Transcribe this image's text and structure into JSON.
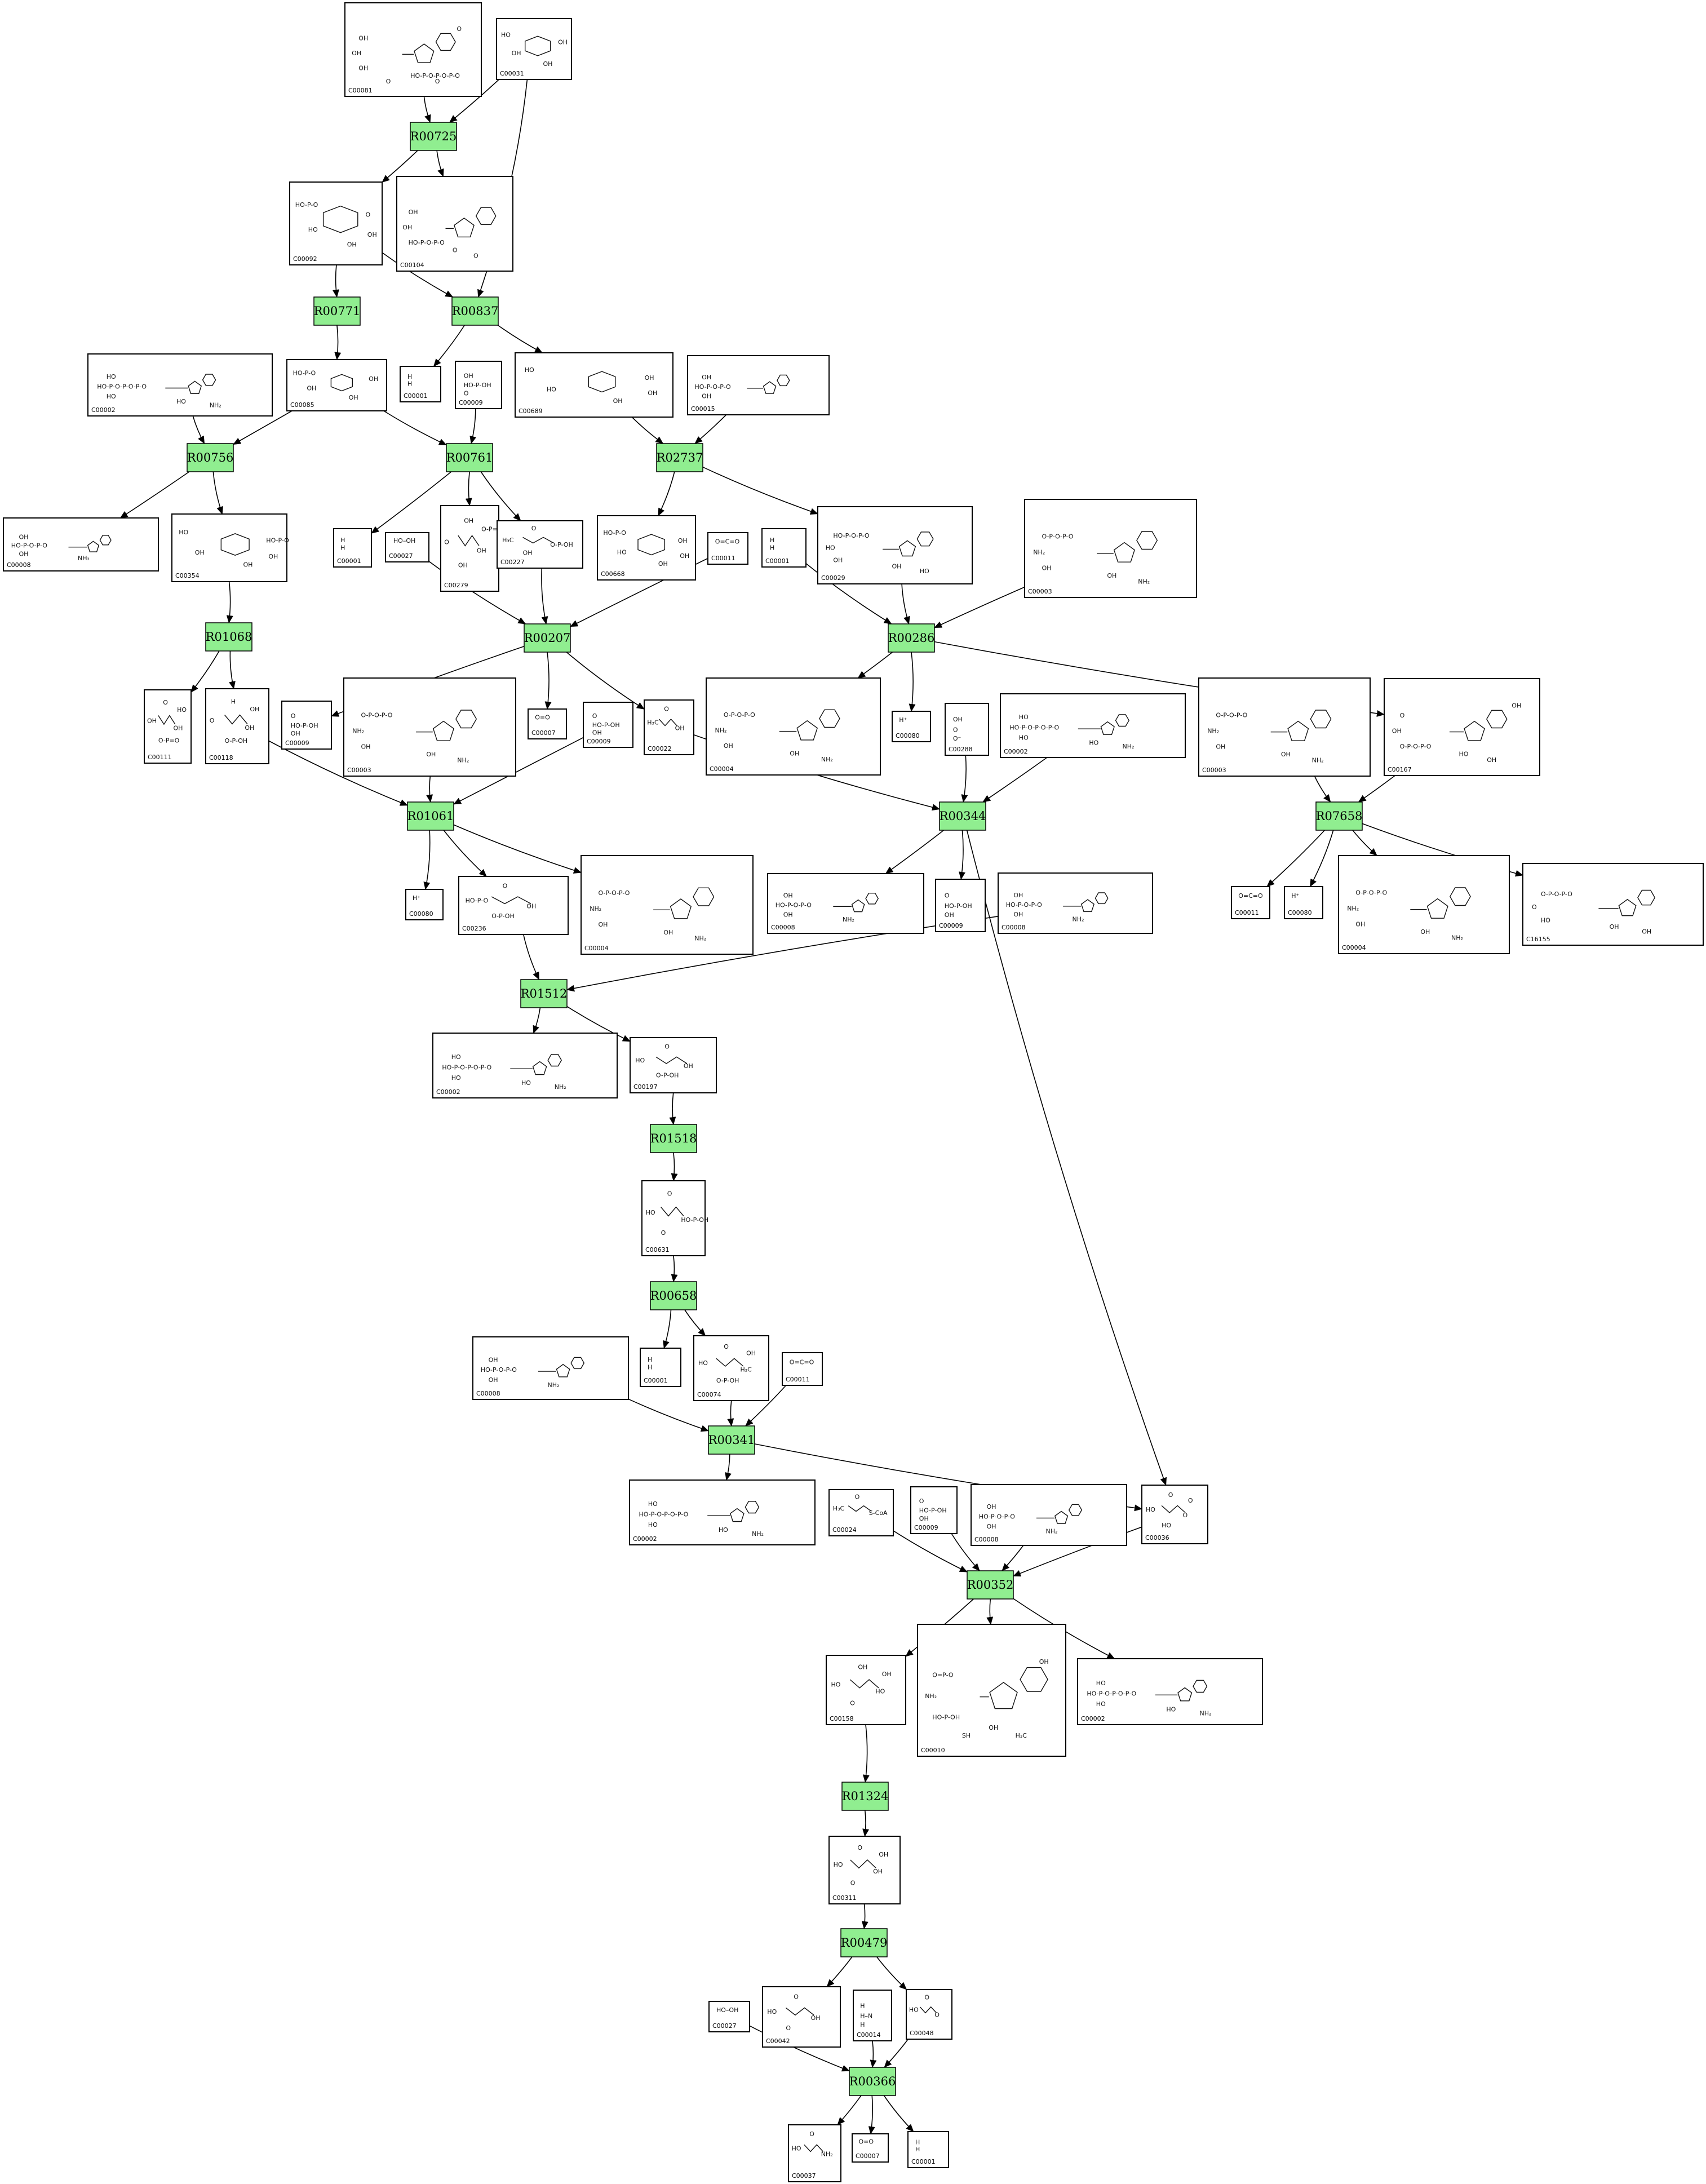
{
  "reactions": [
    {
      "id": "R00725",
      "label": "R00725"
    },
    {
      "id": "R00771",
      "label": "R00771"
    },
    {
      "id": "R00837",
      "label": "R00837"
    },
    {
      "id": "R00756",
      "label": "R00756"
    },
    {
      "id": "R00761",
      "label": "R00761"
    },
    {
      "id": "R02737",
      "label": "R02737"
    },
    {
      "id": "R01068",
      "label": "R01068"
    },
    {
      "id": "R00207",
      "label": "R00207"
    },
    {
      "id": "R00286",
      "label": "R00286"
    },
    {
      "id": "R01061",
      "label": "R01061"
    },
    {
      "id": "R00344",
      "label": "R00344"
    },
    {
      "id": "R07658",
      "label": "R07658"
    },
    {
      "id": "R01512",
      "label": "R01512"
    },
    {
      "id": "R01518",
      "label": "R01518"
    },
    {
      "id": "R00658",
      "label": "R00658"
    },
    {
      "id": "R00341",
      "label": "R00341"
    },
    {
      "id": "R00352",
      "label": "R00352"
    },
    {
      "id": "R01324",
      "label": "R01324"
    },
    {
      "id": "R00479",
      "label": "R00479"
    },
    {
      "id": "R00366",
      "label": "R00366"
    }
  ],
  "compounds": [
    {
      "key": "n1",
      "id": "C00081",
      "kind": "nucleotide",
      "texts": [
        "OH",
        "OH",
        "OH",
        "HO-P-O-P-O-P-O",
        "O",
        "O",
        "O"
      ]
    },
    {
      "key": "n2",
      "id": "C00031",
      "kind": "sugar",
      "texts": [
        "HO",
        "OH",
        "OH",
        "OH"
      ]
    },
    {
      "key": "n3",
      "id": "C00092",
      "kind": "sugar",
      "texts": [
        "HO-P-O",
        "O",
        "HO",
        "OH",
        "OH"
      ]
    },
    {
      "key": "n4",
      "id": "C00104",
      "kind": "nucleotide",
      "texts": [
        "OH",
        "OH",
        "HO-P-O-P-O",
        "O",
        "O"
      ]
    },
    {
      "key": "n5",
      "id": "C00001",
      "kind": "small",
      "texts": [
        "H",
        "H"
      ]
    },
    {
      "key": "n6",
      "id": "C00009",
      "kind": "small",
      "texts": [
        "OH",
        "HO-P-OH",
        "O"
      ]
    },
    {
      "key": "n7",
      "id": "C00689",
      "kind": "sugar",
      "texts": [
        "HO",
        "OH",
        "HO",
        "OH",
        "OH"
      ]
    },
    {
      "key": "n8",
      "id": "C00015",
      "kind": "nucleotide",
      "texts": [
        "HO-P-O-P-O",
        "OH",
        "OH"
      ]
    },
    {
      "key": "n9",
      "id": "C00002",
      "kind": "nucleotide",
      "texts": [
        "HO-P-O-P-O-P-O",
        "HO",
        "HO",
        "HO",
        "NH₂"
      ]
    },
    {
      "key": "n10",
      "id": "C00085",
      "kind": "sugar",
      "texts": [
        "HO-P-O",
        "OH",
        "OH",
        "OH"
      ]
    },
    {
      "key": "n11",
      "id": "C00008",
      "kind": "nucleotide",
      "texts": [
        "HO-P-O-P-O",
        "OH",
        "OH",
        "NH₂"
      ]
    },
    {
      "key": "n12",
      "id": "C00354",
      "kind": "sugar",
      "texts": [
        "HO",
        "HO-P-O",
        "OH",
        "OH",
        "OH"
      ]
    },
    {
      "key": "n13",
      "id": "C00001",
      "kind": "small",
      "texts": [
        "H",
        "H"
      ]
    },
    {
      "key": "n14",
      "id": "C00027",
      "kind": "small",
      "texts": [
        "HO–OH"
      ]
    },
    {
      "key": "n15",
      "id": "C00279",
      "kind": "chain",
      "texts": [
        "O",
        "OH",
        "OH",
        "OH",
        "O-P=O"
      ]
    },
    {
      "key": "n16",
      "id": "C00227",
      "kind": "chain",
      "texts": [
        "H₃C",
        "O",
        "O-P-OH",
        "OH"
      ]
    },
    {
      "key": "n17",
      "id": "C00668",
      "kind": "sugar",
      "texts": [
        "HO-P-O",
        "OH",
        "HO",
        "OH",
        "OH"
      ]
    },
    {
      "key": "n18",
      "id": "C00011",
      "kind": "small",
      "texts": [
        "O=C=O"
      ]
    },
    {
      "key": "n19",
      "id": "C00001",
      "kind": "small",
      "texts": [
        "H",
        "H"
      ]
    },
    {
      "key": "n20",
      "id": "C00029",
      "kind": "nucleotide",
      "texts": [
        "HO",
        "HO-P-O-P-O",
        "OH",
        "OH",
        "HO"
      ]
    },
    {
      "key": "n21",
      "id": "C00003",
      "kind": "nucleotide",
      "texts": [
        "NH₂",
        "O-P-O-P-O",
        "OH",
        "OH",
        "NH₂"
      ]
    },
    {
      "key": "n22",
      "id": "C00111",
      "kind": "chain",
      "texts": [
        "OH",
        "O",
        "OH",
        "O-P=O",
        "HO"
      ]
    },
    {
      "key": "n23",
      "id": "C00118",
      "kind": "chain",
      "texts": [
        "O",
        "H",
        "OH",
        "O-P-OH",
        "OH"
      ]
    },
    {
      "key": "n24",
      "id": "C00009",
      "kind": "small",
      "texts": [
        "O",
        "HO-P-OH",
        "OH"
      ]
    },
    {
      "key": "n25",
      "id": "C00003",
      "kind": "nucleotide",
      "texts": [
        "NH₂",
        "O-P-O-P-O",
        "OH",
        "OH",
        "NH₂"
      ]
    },
    {
      "key": "n26",
      "id": "C00007",
      "kind": "small",
      "texts": [
        "O=O"
      ]
    },
    {
      "key": "n27",
      "id": "C00009",
      "kind": "small",
      "texts": [
        "O",
        "HO-P-OH",
        "OH"
      ]
    },
    {
      "key": "n28",
      "id": "C00022",
      "kind": "chain",
      "texts": [
        "H₃C",
        "O",
        "OH"
      ]
    },
    {
      "key": "n29",
      "id": "C00004",
      "kind": "nucleotide",
      "texts": [
        "NH₂",
        "O-P-O-P-O",
        "OH",
        "OH",
        "NH₂"
      ]
    },
    {
      "key": "n30",
      "id": "C00080",
      "kind": "small",
      "texts": [
        "H⁺"
      ]
    },
    {
      "key": "n31",
      "id": "C00288",
      "kind": "small",
      "texts": [
        "OH",
        "O",
        "O⁻"
      ]
    },
    {
      "key": "n32",
      "id": "C00002",
      "kind": "nucleotide",
      "texts": [
        "HO-P-O-P-O-P-O",
        "HO",
        "HO",
        "HO",
        "NH₂"
      ]
    },
    {
      "key": "n33",
      "id": "C00003",
      "kind": "nucleotide",
      "texts": [
        "NH₂",
        "O-P-O-P-O",
        "OH",
        "OH",
        "NH₂"
      ]
    },
    {
      "key": "n34",
      "id": "C00167",
      "kind": "nucleotide",
      "texts": [
        "OH",
        "O",
        "O-P-O-P-O",
        "HO",
        "OH",
        "OH"
      ]
    },
    {
      "key": "n35",
      "id": "C00080",
      "kind": "small",
      "texts": [
        "H⁺"
      ]
    },
    {
      "key": "n36",
      "id": "C00236",
      "kind": "chain",
      "texts": [
        "HO-P-O",
        "O",
        "OH",
        "O-P-OH"
      ]
    },
    {
      "key": "n37",
      "id": "C00004",
      "kind": "nucleotide",
      "texts": [
        "NH₂",
        "O-P-O-P-O",
        "OH",
        "OH",
        "NH₂"
      ]
    },
    {
      "key": "n38",
      "id": "C00008",
      "kind": "nucleotide",
      "texts": [
        "HO-P-O-P-O",
        "OH",
        "OH",
        "NH₂"
      ]
    },
    {
      "key": "n39",
      "id": "C00009",
      "kind": "small",
      "texts": [
        "O",
        "HO-P-OH",
        "OH"
      ]
    },
    {
      "key": "n40",
      "id": "C00008",
      "kind": "nucleotide",
      "texts": [
        "HO-P-O-P-O",
        "OH",
        "OH",
        "NH₂"
      ]
    },
    {
      "key": "n41",
      "id": "C00011",
      "kind": "small",
      "texts": [
        "O=C=O"
      ]
    },
    {
      "key": "n42",
      "id": "C00080",
      "kind": "small",
      "texts": [
        "H⁺"
      ]
    },
    {
      "key": "n43",
      "id": "C00004",
      "kind": "nucleotide",
      "texts": [
        "NH₂",
        "O-P-O-P-O",
        "OH",
        "OH",
        "NH₂"
      ]
    },
    {
      "key": "n44",
      "id": "C16155",
      "kind": "nucleotide",
      "texts": [
        "O",
        "O-P-O-P-O",
        "HO",
        "OH",
        "OH"
      ]
    },
    {
      "key": "n45",
      "id": "C00002",
      "kind": "nucleotide",
      "texts": [
        "HO-P-O-P-O-P-O",
        "HO",
        "HO",
        "HO",
        "NH₂"
      ]
    },
    {
      "key": "n46",
      "id": "C00197",
      "kind": "chain",
      "texts": [
        "HO",
        "O",
        "OH",
        "O-P-OH"
      ]
    },
    {
      "key": "n47",
      "id": "C00631",
      "kind": "chain",
      "texts": [
        "HO",
        "O",
        "HO-P-OH",
        "O"
      ]
    },
    {
      "key": "n48",
      "id": "C00008",
      "kind": "nucleotide",
      "texts": [
        "HO-P-O-P-O",
        "OH",
        "OH",
        "NH₂"
      ]
    },
    {
      "key": "n49",
      "id": "C00001",
      "kind": "small",
      "texts": [
        "H",
        "H"
      ]
    },
    {
      "key": "n50",
      "id": "C00074",
      "kind": "chain",
      "texts": [
        "HO",
        "O",
        "H₂C",
        "O-P-OH",
        "OH"
      ]
    },
    {
      "key": "n51",
      "id": "C00011",
      "kind": "small",
      "texts": [
        "O=C=O"
      ]
    },
    {
      "key": "n52",
      "id": "C00002",
      "kind": "nucleotide",
      "texts": [
        "HO-P-O-P-O-P-O",
        "HO",
        "HO",
        "HO",
        "NH₂"
      ]
    },
    {
      "key": "n53",
      "id": "C00024",
      "kind": "chain",
      "texts": [
        "H₃C",
        "O",
        "S-CoA"
      ]
    },
    {
      "key": "n54",
      "id": "C00009",
      "kind": "small",
      "texts": [
        "O",
        "HO-P-OH",
        "OH"
      ]
    },
    {
      "key": "n55",
      "id": "C00008",
      "kind": "nucleotide",
      "texts": [
        "HO-P-O-P-O",
        "OH",
        "OH",
        "NH₂"
      ]
    },
    {
      "key": "n56",
      "id": "C00036",
      "kind": "chain",
      "texts": [
        "HO",
        "O",
        "O",
        "HO",
        "O"
      ]
    },
    {
      "key": "n57",
      "id": "C00158",
      "kind": "chain",
      "texts": [
        "HO",
        "OH",
        "HO",
        "O",
        "OH"
      ]
    },
    {
      "key": "n58",
      "id": "C00010",
      "kind": "nucleotide",
      "texts": [
        "NH₂",
        "O=P-O",
        "HO-P-OH",
        "OH",
        "H₃C",
        "OH",
        "SH"
      ]
    },
    {
      "key": "n59",
      "id": "C00002",
      "kind": "nucleotide",
      "texts": [
        "HO-P-O-P-O-P-O",
        "HO",
        "HO",
        "HO",
        "NH₂"
      ]
    },
    {
      "key": "n60",
      "id": "C00311",
      "kind": "chain",
      "texts": [
        "HO",
        "O",
        "OH",
        "O",
        "OH"
      ]
    },
    {
      "key": "n61",
      "id": "C00027",
      "kind": "small",
      "texts": [
        "HO–OH"
      ]
    },
    {
      "key": "n62",
      "id": "C00042",
      "kind": "chain",
      "texts": [
        "HO",
        "O",
        "OH",
        "O"
      ]
    },
    {
      "key": "n63",
      "id": "C00014",
      "kind": "small",
      "texts": [
        "H",
        "H–N",
        "H"
      ]
    },
    {
      "key": "n64",
      "id": "C00048",
      "kind": "chain",
      "texts": [
        "HO",
        "O",
        "O"
      ]
    },
    {
      "key": "n65",
      "id": "C00037",
      "kind": "chain",
      "texts": [
        "HO",
        "O",
        "NH₂"
      ]
    },
    {
      "key": "n66",
      "id": "C00007",
      "kind": "small",
      "texts": [
        "O=O"
      ]
    },
    {
      "key": "n67",
      "id": "C00001",
      "kind": "small",
      "texts": [
        "H",
        "H"
      ]
    }
  ],
  "edges": [
    [
      "n1",
      "R00725"
    ],
    [
      "n2",
      "R00725"
    ],
    [
      "R00725",
      "n3"
    ],
    [
      "R00725",
      "n4"
    ],
    [
      "n2",
      "R00837"
    ],
    [
      "n3",
      "R00771"
    ],
    [
      "n3",
      "R00837"
    ],
    [
      "R00837",
      "n5"
    ],
    [
      "R00837",
      "n7"
    ],
    [
      "R00771",
      "n10"
    ],
    [
      "n9",
      "R00756"
    ],
    [
      "n10",
      "R00756"
    ],
    [
      "n10",
      "R00761"
    ],
    [
      "n6",
      "R00761"
    ],
    [
      "R00756",
      "n11"
    ],
    [
      "R00756",
      "n12"
    ],
    [
      "R00761",
      "n13"
    ],
    [
      "R00761",
      "n15"
    ],
    [
      "R00761",
      "n16"
    ],
    [
      "n7",
      "R02737"
    ],
    [
      "n8",
      "R02737"
    ],
    [
      "R02737",
      "n17"
    ],
    [
      "R02737",
      "n20"
    ],
    [
      "n12",
      "R01068"
    ],
    [
      "R01068",
      "n22"
    ],
    [
      "R01068",
      "n23"
    ],
    [
      "n14",
      "R00207"
    ],
    [
      "n16",
      "R00207"
    ],
    [
      "n18",
      "R00207"
    ],
    [
      "R00207",
      "n24"
    ],
    [
      "R00207",
      "n26"
    ],
    [
      "R00207",
      "n28"
    ],
    [
      "n19",
      "R00286"
    ],
    [
      "n20",
      "R00286"
    ],
    [
      "n21",
      "R00286"
    ],
    [
      "R00286",
      "n29"
    ],
    [
      "R00286",
      "n30"
    ],
    [
      "R00286",
      "n34"
    ],
    [
      "n23",
      "R01061"
    ],
    [
      "n25",
      "R01061"
    ],
    [
      "n27",
      "R01061"
    ],
    [
      "R01061",
      "n35"
    ],
    [
      "R01061",
      "n36"
    ],
    [
      "R01061",
      "n37"
    ],
    [
      "n28",
      "R00344"
    ],
    [
      "n31",
      "R00344"
    ],
    [
      "n32",
      "R00344"
    ],
    [
      "R00344",
      "n38"
    ],
    [
      "R00344",
      "n39"
    ],
    [
      "R00344",
      "n56"
    ],
    [
      "n33",
      "R07658"
    ],
    [
      "n34",
      "R07658"
    ],
    [
      "R07658",
      "n41"
    ],
    [
      "R07658",
      "n42"
    ],
    [
      "R07658",
      "n43"
    ],
    [
      "R07658",
      "n44"
    ],
    [
      "n36",
      "R01512"
    ],
    [
      "n40",
      "R01512"
    ],
    [
      "R01512",
      "n45"
    ],
    [
      "R01512",
      "n46"
    ],
    [
      "n46",
      "R01518"
    ],
    [
      "R01518",
      "n47"
    ],
    [
      "n47",
      "R00658"
    ],
    [
      "R00658",
      "n49"
    ],
    [
      "R00658",
      "n50"
    ],
    [
      "n48",
      "R00341"
    ],
    [
      "n50",
      "R00341"
    ],
    [
      "n51",
      "R00341"
    ],
    [
      "R00341",
      "n52"
    ],
    [
      "R00341",
      "n56"
    ],
    [
      "n53",
      "R00352"
    ],
    [
      "n54",
      "R00352"
    ],
    [
      "n55",
      "R00352"
    ],
    [
      "n56",
      "R00352"
    ],
    [
      "R00352",
      "n57"
    ],
    [
      "R00352",
      "n58"
    ],
    [
      "R00352",
      "n59"
    ],
    [
      "n57",
      "R01324"
    ],
    [
      "R01324",
      "n60"
    ],
    [
      "n60",
      "R00479"
    ],
    [
      "R00479",
      "n62"
    ],
    [
      "R00479",
      "n64"
    ],
    [
      "n61",
      "R00366"
    ],
    [
      "n63",
      "R00366"
    ],
    [
      "n64",
      "R00366"
    ],
    [
      "R00366",
      "n65"
    ],
    [
      "R00366",
      "n66"
    ],
    [
      "R00366",
      "n67"
    ]
  ]
}
